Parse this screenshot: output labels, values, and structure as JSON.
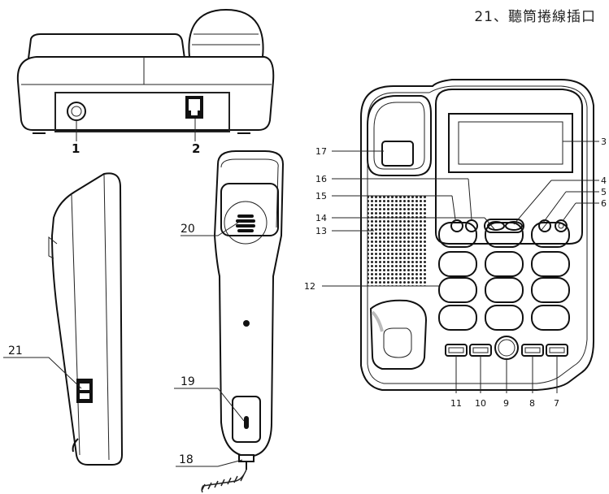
{
  "caption": "21、聽筒捲線插口",
  "back_view": {
    "label_1": "1",
    "label_2": "2"
  },
  "side_view": {
    "label_21": "21"
  },
  "handset_view": {
    "label_20": "20",
    "label_19": "19",
    "label_18": "18"
  },
  "top_view": {
    "labels": {
      "l17": "17",
      "l16": "16",
      "l15": "15",
      "l14": "14",
      "l13": "13",
      "l12": "12",
      "l3": "3",
      "l4": "4",
      "l5": "5",
      "l6": "6",
      "l11": "11",
      "l10": "10",
      "l9": "9",
      "l8": "8",
      "l7": "7"
    }
  }
}
